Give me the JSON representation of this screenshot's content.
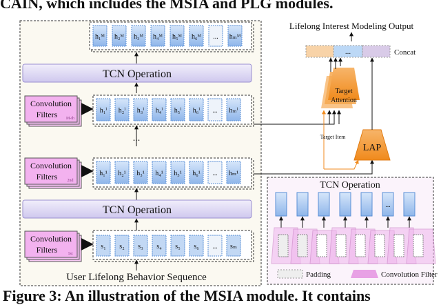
{
  "caption_top": "CAIN, which includes the MSIA and PLG modules.",
  "caption_bottom": "Figure 3: An illustration of the MSIA module. It contains",
  "left_panel": {
    "tcn_top_label": "TCN Operation",
    "tcn_mid_label": "TCN Operation",
    "vertical_ellipsis": "...",
    "filters": [
      {
        "line1": "Convolution",
        "line2": "Filters",
        "sub": "M-th"
      },
      {
        "line1": "Convolution",
        "line2": "Filters",
        "sub": "2nd"
      },
      {
        "line1": "Convolution",
        "line2": "Filters",
        "sub": "1st"
      }
    ],
    "sequence_label": "User Lifelong Behavior Sequence",
    "top_row": [
      "h₁ᴹ",
      "h₂ᴹ",
      "h₃ᴹ",
      "h₄ᴹ",
      "h₅ᴹ",
      "h₆ᴹ",
      "...",
      "hₘᴹ"
    ],
    "mth_row": [
      "h₁ⁱ",
      "h₂ⁱ",
      "h₃ⁱ",
      "h₄ⁱ",
      "h₅ⁱ",
      "h₆ⁱ",
      "...",
      "hₘⁱ"
    ],
    "first_row": [
      "h₁¹",
      "h₂¹",
      "h₃¹",
      "h₄¹",
      "h₅¹",
      "h₆¹",
      "...",
      "hₘ¹"
    ],
    "seq_row": [
      "s₁",
      "s₂",
      "s₃",
      "s₄",
      "s₅",
      "s₆",
      "...",
      "sₘ"
    ]
  },
  "right_panel": {
    "output_title": "Lifelong Interest Modeling Output",
    "concat_label": "Concat",
    "concat_ellipsis": "...",
    "target_attention_line1": "Target",
    "target_attention_line2": "Attention",
    "target_item_label": "Target Item",
    "lap_label": "LAP"
  },
  "inset_panel": {
    "title": "TCN Operation",
    "padding_label": "Padding",
    "filter_legend_label": "Convolution Filter",
    "ellipsis": "..."
  },
  "colors": {
    "cell_fill": "#b9d3f2",
    "cell_dark": "#5a8fd6",
    "tcn_bar": "#dcd7f2",
    "filter_fill": "#f3b8f0",
    "attention_orange": "#f4a64a",
    "concat_orange": "#f8d3a8",
    "concat_blue": "#bcd8f6",
    "concat_purple": "#d9cbe8",
    "panel_bg": "#fbf9f1",
    "inset_bg": "#fbf3fb"
  }
}
